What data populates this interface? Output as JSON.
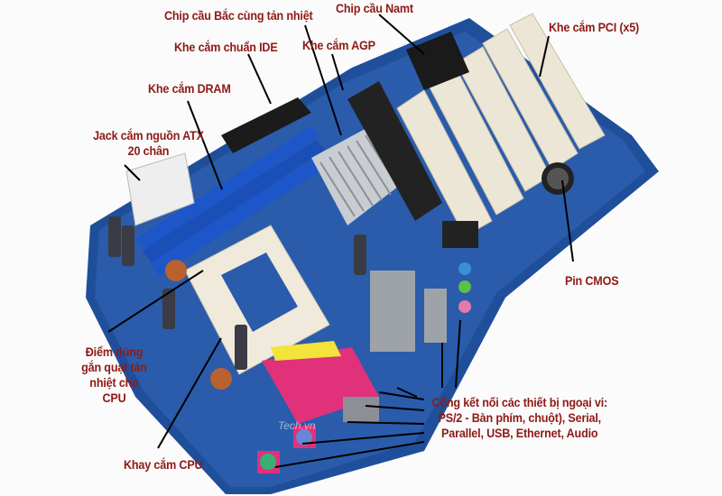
{
  "diagram": {
    "title": "Motherboard components (Vietnamese annotated)",
    "labels": {
      "north_bridge": "Chip cầu Bắc cùng tản nhiệt",
      "south_bridge": "Chip cầu Namt",
      "ide_slot": "Khe cắm chuẩn IDE",
      "agp_slot": "Khe cắm AGP",
      "pci_slots": "Khe cắm PCI (x5)",
      "dram_slot": "Khe cắm DRAM",
      "atx_power_line1": "Jack cắm nguồn ATX",
      "atx_power_line2": "20 chân",
      "cmos_battery": "Pin CMOS",
      "cpu_fan_mount_line1": "Điểm dùng",
      "cpu_fan_mount_line2": "gắn quạt tản",
      "cpu_fan_mount_line3": "nhiệt cho",
      "cpu_fan_mount_line4": "CPU",
      "cpu_socket": "Khay cắm CPU",
      "io_ports_line1": "Cổng kết nối các thiết bị ngoại vi:",
      "io_ports_line2": "PS/2 - Bàn phím, chuột), Serial,",
      "io_ports_line3": "Parallel, USB, Ethernet, Audio"
    },
    "watermark": "Tech.vn",
    "colors": {
      "label": "#8e1a16",
      "board": "#1f4f9a",
      "leader_line": "#000000",
      "background": "#fbfbfb"
    }
  }
}
